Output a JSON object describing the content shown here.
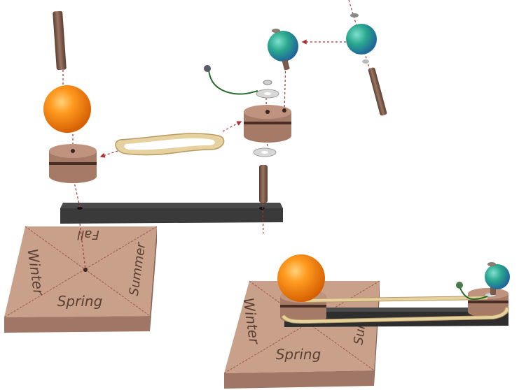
{
  "base_labels": {
    "exploded": {
      "fall": "Fall",
      "winter": "Winter",
      "spring": "Spring",
      "summer": "Summer"
    },
    "assembled": {
      "winter": "Winter",
      "spring": "Spring",
      "summer": "Sum"
    }
  },
  "colors": {
    "base_top": "#c9a08a",
    "base_front": "#a07766",
    "base_side": "#8a6252",
    "base_lines": "#9a5a4a",
    "arm": "#3a3a3a",
    "arm_top": "#4a4a4a",
    "pulley": "#a57a66",
    "pulley_top": "#bf937d",
    "pulley_groove": "#4a2e25",
    "band": "#e6d2a0",
    "band_edge": "#b89a60",
    "dowel": "#7a5a4a",
    "sun": "#f58a10",
    "earth": "#1faab0",
    "guide_arrow": "#b03030",
    "wire": "#2a6a2a"
  }
}
